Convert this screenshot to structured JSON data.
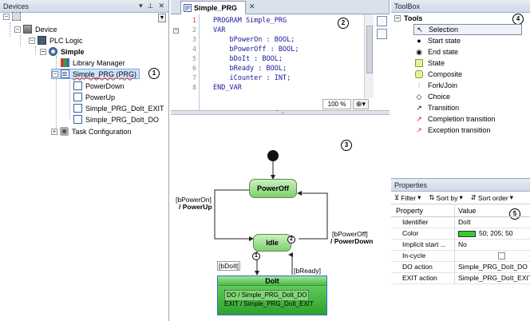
{
  "devices": {
    "title": "Devices",
    "panel_controls": [
      "▾",
      "⊥",
      "✕"
    ],
    "tree": {
      "device": "Device",
      "plc_logic": "PLC Logic",
      "application": "Simple",
      "library_manager": "Library Manager",
      "program": "Simple_PRG (PRG)",
      "actions": [
        "PowerDown",
        "PowerUp",
        "Simple_PRG_DoIt_EXIT",
        "Simple_PRG_DoIt_DO"
      ],
      "task_config": "Task Configuration"
    }
  },
  "editor": {
    "tab_title": "Simple_PRG",
    "tab_close": "✕",
    "line_numbers": [
      "1",
      "2",
      "3",
      "4",
      "5",
      "6",
      "7",
      "8"
    ],
    "code_lines": [
      "PROGRAM Simple_PRG",
      "VAR",
      "    bPowerOn : BOOL;",
      "    bPowerOff : BOOL;",
      "    bDoIt : BOOL;",
      "    bReady : BOOL;",
      "    iCounter : INT;",
      "END_VAR"
    ],
    "zoom": "100 %",
    "diagram": {
      "states": {
        "poweroff": "PowerOff",
        "idle": "Idle",
        "doit": "DoIt"
      },
      "idle_priority": "2",
      "doit_priority": "1",
      "transitions": {
        "poweron_guard": "[bPowerOn]",
        "poweron_action": "/ PowerUp",
        "poweroff_guard": "[bPowerOff]",
        "poweroff_action": "/ PowerDown",
        "doit_guard": "[bDoIt]",
        "ready_guard": "[bReady]"
      },
      "doit_actions": {
        "do": "DO / Simple_PRG_DoIt_DO",
        "exit": "EXIT / Simple_PRG_DoIt_EXIT"
      }
    }
  },
  "toolbox": {
    "title": "ToolBox",
    "group": "Tools",
    "items": [
      {
        "label": "Selection",
        "icon": "cursor-icon"
      },
      {
        "label": "Start state",
        "icon": "filled-circle-icon"
      },
      {
        "label": "End state",
        "icon": "end-circle-icon"
      },
      {
        "label": "State",
        "icon": "state-box-icon"
      },
      {
        "label": "Composite",
        "icon": "composite-icon"
      },
      {
        "label": "Fork/Join",
        "icon": "fork-join-icon"
      },
      {
        "label": "Choice",
        "icon": "choice-diamond-icon"
      },
      {
        "label": "Transition",
        "icon": "transition-arrow-icon"
      },
      {
        "label": "Completion transition",
        "icon": "completion-arrow-icon"
      },
      {
        "label": "Exception transition",
        "icon": "exception-arrow-icon"
      }
    ]
  },
  "properties": {
    "title": "Properties",
    "toolbar": {
      "filter": "Filter",
      "sort_by": "Sort by",
      "sort_order": "Sort order"
    },
    "header": {
      "property": "Property",
      "value": "Value"
    },
    "rows": [
      {
        "name": "Identifier",
        "value": "DoIt"
      },
      {
        "name": "Color",
        "value": "50; 205; 50",
        "color": "#32cd32"
      },
      {
        "name": "Implicit start ...",
        "value": "No"
      },
      {
        "name": "In-cycle",
        "value": ""
      },
      {
        "name": "DO action",
        "value": "Simple_PRG_DoIt_DO"
      },
      {
        "name": "EXIT action",
        "value": "Simple_PRG_DoIt_EXIT"
      }
    ]
  },
  "callouts": [
    "1",
    "2",
    "3",
    "4",
    "5"
  ],
  "colors": {
    "state_fill": "#7fd170",
    "accent_blue": "#2f6fd4",
    "selection": "#cfe3fb"
  }
}
